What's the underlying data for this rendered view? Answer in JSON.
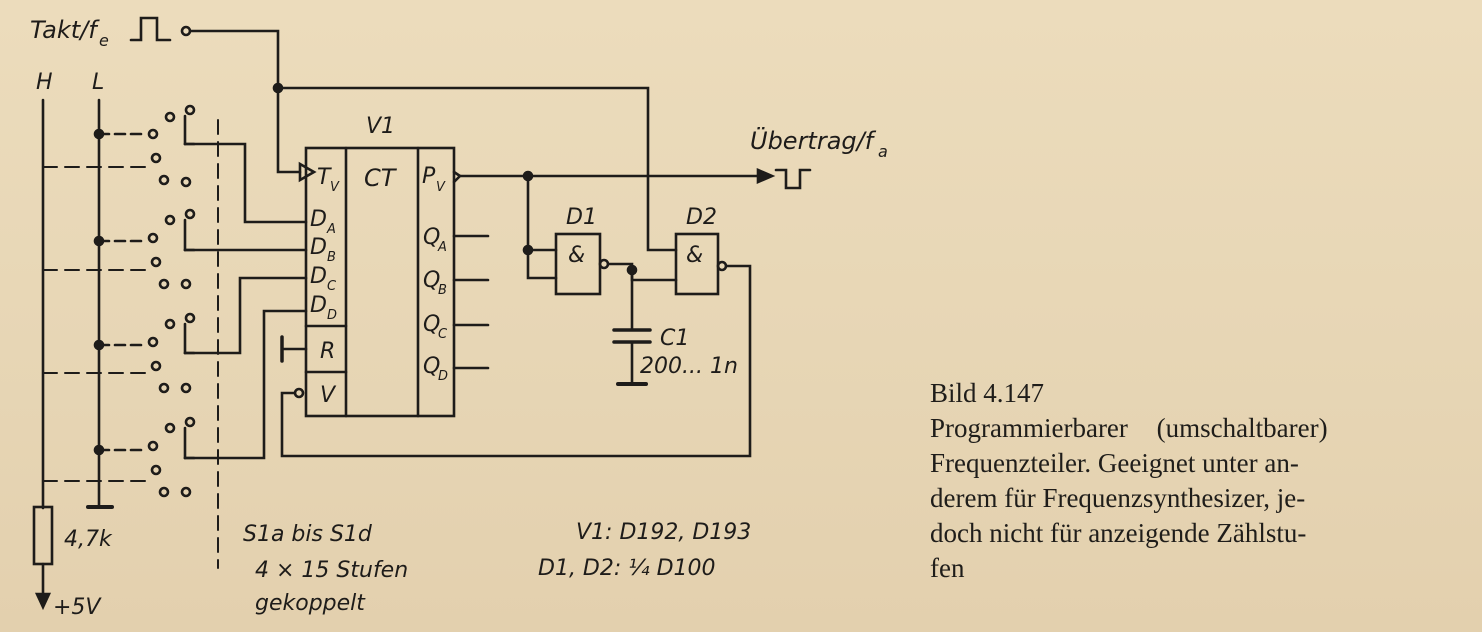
{
  "colors": {
    "paper": "#e9d9b9",
    "ink": "#1e1c1a"
  },
  "schematic": {
    "input_label": "Takt/f",
    "input_sub": "e",
    "rail_h": "H",
    "rail_l": "L",
    "counter_name": "V1",
    "counter_type": "CT",
    "pin_tv": "T",
    "pin_tv_sub": "V",
    "pin_da": "D",
    "pin_da_sub": "A",
    "pin_db": "D",
    "pin_db_sub": "B",
    "pin_dc": "D",
    "pin_dc_sub": "C",
    "pin_dd": "D",
    "pin_dd_sub": "D",
    "pin_r": "R",
    "pin_v": "V",
    "pin_pv": "P",
    "pin_pv_sub": "V",
    "pin_qa": "Q",
    "pin_qa_sub": "A",
    "pin_qb": "Q",
    "pin_qb_sub": "B",
    "pin_qc": "Q",
    "pin_qc_sub": "C",
    "pin_qd": "Q",
    "pin_qd_sub": "D",
    "gate1_name": "D1",
    "gate2_name": "D2",
    "gate_symbol": "&",
    "output_label": "Übertrag/f",
    "output_sub": "a",
    "cap_name": "C1",
    "cap_value": "200... 1n",
    "resistor_value": "4,7k",
    "supply": "+5V",
    "switch_line1": "S1a bis S1d",
    "switch_line2": "4 × 15 Stufen",
    "switch_line3": "gekoppelt",
    "ic_line1": "V1: D192, D193",
    "ic_line2": "D1, D2: ¼ D100"
  },
  "caption": {
    "title": "Bild 4.147",
    "line1": "Programmierbarer (umschaltbarer)",
    "line2": "Frequenzteiler. Geeignet unter an-",
    "line3": "derem für Frequenzsynthesizer, je-",
    "line4": "doch nicht für anzeigende Zählstu-",
    "line5": "fen"
  }
}
